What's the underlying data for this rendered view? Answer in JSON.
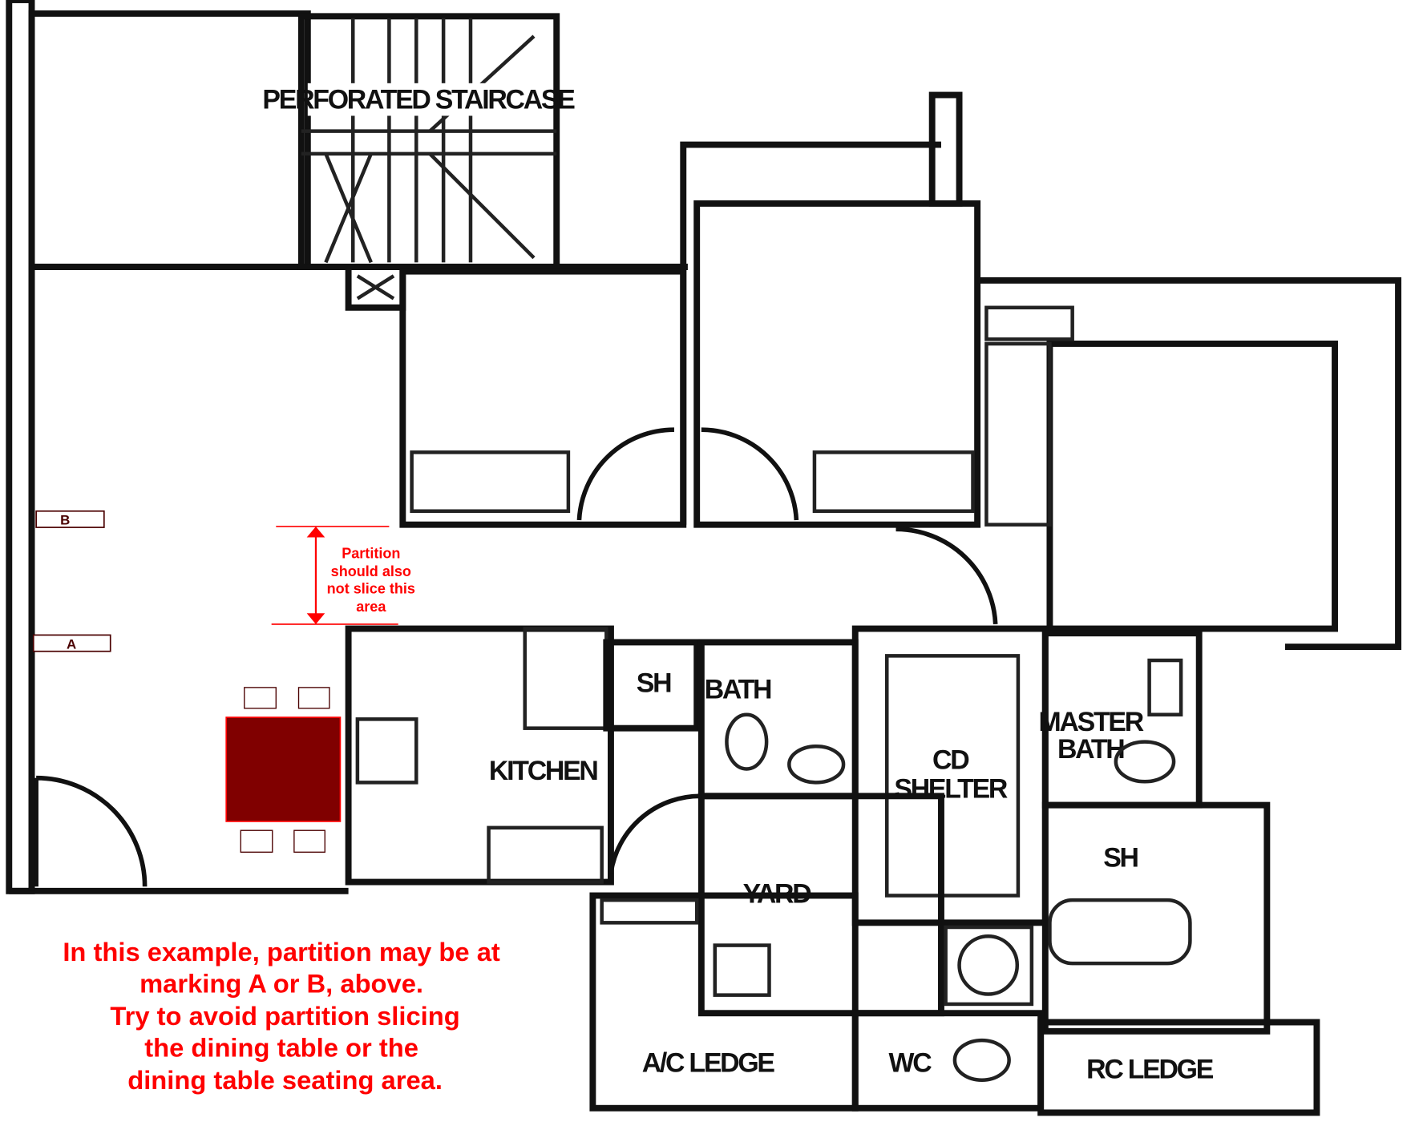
{
  "rooms": {
    "staircase": "PERFORATED STAIRCASE",
    "sh1": "SH",
    "bath": "BATH",
    "kitchen": "KITCHEN",
    "shelter_1": "CD",
    "shelter_2": "SHELTER",
    "master_bath_1": "MASTER",
    "master_bath_2": "BATH",
    "sh2": "SH",
    "yard": "YARD",
    "ac_ledge": "A/C LEDGE",
    "wc": "WC",
    "rc_ledge": "RC LEDGE"
  },
  "markings": {
    "a": "A",
    "b": "B"
  },
  "note": {
    "lines": [
      "Partition",
      "should also",
      "not slice this",
      "area"
    ]
  },
  "caption": {
    "lines": [
      "In this example, partition may be at",
      "marking A or B, above.",
      "Try to avoid partition slicing",
      "the dining table or the",
      "dining table seating area."
    ]
  },
  "colors": {
    "annotation": "#ff0000",
    "table": "#800000"
  }
}
